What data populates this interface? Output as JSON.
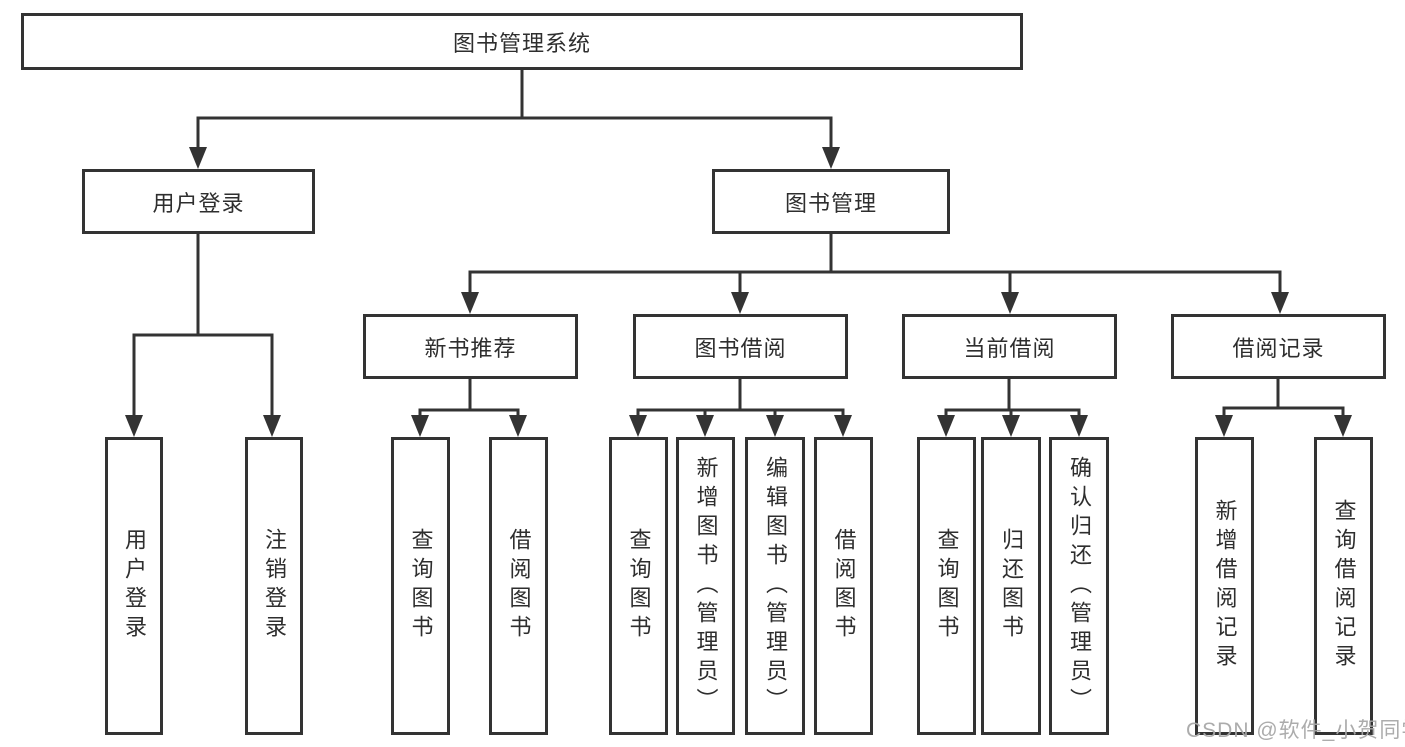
{
  "colors": {
    "line": "#333333",
    "box_border": "#333333",
    "text": "#2e2e2e",
    "watermark": "#a8a8a8",
    "background": "#ffffff"
  },
  "watermark": {
    "text": "CSDN @软件_小贺同学"
  },
  "tree": {
    "label": "图书管理系统",
    "children": [
      {
        "label": "用户登录",
        "children": [
          {
            "label": "用户登录"
          },
          {
            "label": "注销登录"
          }
        ]
      },
      {
        "label": "图书管理",
        "children": [
          {
            "label": "新书推荐",
            "children": [
              {
                "label": "查询图书"
              },
              {
                "label": "借阅图书"
              }
            ]
          },
          {
            "label": "图书借阅",
            "children": [
              {
                "label": "查询图书"
              },
              {
                "label": "新增图书（管理员）"
              },
              {
                "label": "编辑图书（管理员）"
              },
              {
                "label": "借阅图书"
              }
            ]
          },
          {
            "label": "当前借阅",
            "children": [
              {
                "label": "查询图书"
              },
              {
                "label": "归还图书"
              },
              {
                "label": "确认归还（管理员）"
              }
            ]
          },
          {
            "label": "借阅记录",
            "children": [
              {
                "label": "新增借阅记录"
              },
              {
                "label": "查询借阅记录"
              }
            ]
          }
        ]
      }
    ]
  }
}
